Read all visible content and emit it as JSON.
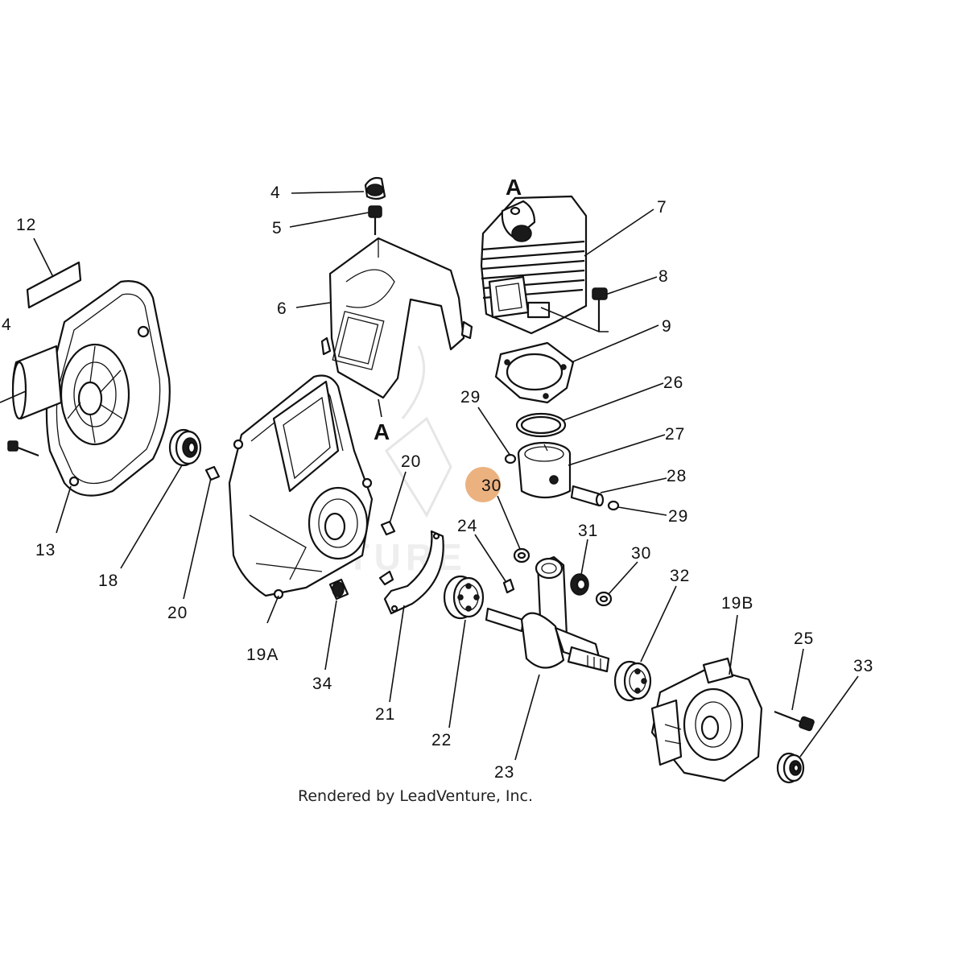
{
  "diagram": {
    "highlight_color": "#e8a46a",
    "highlighted_callout": "30",
    "section_markers": [
      "A",
      "A"
    ],
    "callouts": [
      {
        "id": "c4",
        "text": "4"
      },
      {
        "id": "c5",
        "text": "5"
      },
      {
        "id": "c12",
        "text": "12"
      },
      {
        "id": "c6",
        "text": "6"
      },
      {
        "id": "c7",
        "text": "7"
      },
      {
        "id": "c8",
        "text": "8"
      },
      {
        "id": "c9",
        "text": "9"
      },
      {
        "id": "c14",
        "text": "4"
      },
      {
        "id": "c26",
        "text": "26"
      },
      {
        "id": "c29a",
        "text": "29"
      },
      {
        "id": "c27",
        "text": "27"
      },
      {
        "id": "c20a",
        "text": "20"
      },
      {
        "id": "c28",
        "text": "28"
      },
      {
        "id": "c30a",
        "text": "30"
      },
      {
        "id": "c29b",
        "text": "29"
      },
      {
        "id": "c24",
        "text": "24"
      },
      {
        "id": "c31",
        "text": "31"
      },
      {
        "id": "c30b",
        "text": "30"
      },
      {
        "id": "c13",
        "text": "13"
      },
      {
        "id": "c32",
        "text": "32"
      },
      {
        "id": "c18",
        "text": "18"
      },
      {
        "id": "c19b",
        "text": "19B"
      },
      {
        "id": "c20b",
        "text": "20"
      },
      {
        "id": "c19a",
        "text": "19A"
      },
      {
        "id": "c25",
        "text": "25"
      },
      {
        "id": "c33",
        "text": "33"
      },
      {
        "id": "c34",
        "text": "34"
      },
      {
        "id": "c21",
        "text": "21"
      },
      {
        "id": "c22",
        "text": "22"
      },
      {
        "id": "c23",
        "text": "23"
      }
    ]
  },
  "footer": {
    "credit": "Rendered by LeadVenture, Inc."
  }
}
